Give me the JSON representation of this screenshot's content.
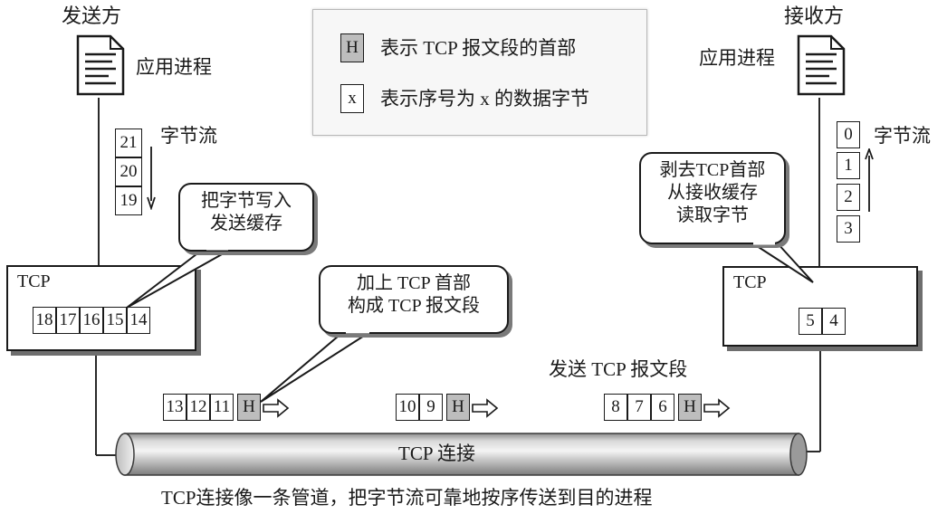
{
  "legend": {
    "header_symbol": "H",
    "header_text": "表示 TCP 报文段的首部",
    "byte_symbol": "x",
    "byte_text": "表示序号为 x 的数据字节"
  },
  "sender": {
    "title": "发送方",
    "app_label": "应用进程",
    "stream_label": "字节流",
    "stream_bytes": [
      "21",
      "20",
      "19"
    ],
    "tcp_label": "TCP",
    "buffer_bytes": [
      "18",
      "17",
      "16",
      "15",
      "14"
    ],
    "callout": [
      "把字节写入",
      "发送缓存"
    ]
  },
  "receiver": {
    "title": "接收方",
    "app_label": "应用进程",
    "stream_label": "字节流",
    "stream_bytes": [
      "0",
      "1",
      "2",
      "3"
    ],
    "tcp_label": "TCP",
    "buffer_bytes": [
      "5",
      "4"
    ],
    "callout": [
      "剥去TCP首部",
      "从接收缓存",
      "读取字节"
    ]
  },
  "middle_callout": [
    "加上 TCP 首部",
    "构成 TCP 报文段"
  ],
  "send_segment_label": "发送 TCP 报文段",
  "segments": [
    {
      "bytes": [
        "13",
        "12",
        "11"
      ],
      "header": "H"
    },
    {
      "bytes": [
        "10",
        "9"
      ],
      "header": "H"
    },
    {
      "bytes": [
        "8",
        "7",
        "6"
      ],
      "header": "H"
    }
  ],
  "pipe_label": "TCP 连接",
  "caption": "TCP连接像一条管道，把字节流可靠地按序传送到目的进程",
  "colors": {
    "line": "#2a2a2a",
    "header_fill": "#bdbdbd",
    "shadow": "#6e6e6e",
    "pipe_light": "#f2f2f2",
    "pipe_dark": "#8a8a8a"
  }
}
